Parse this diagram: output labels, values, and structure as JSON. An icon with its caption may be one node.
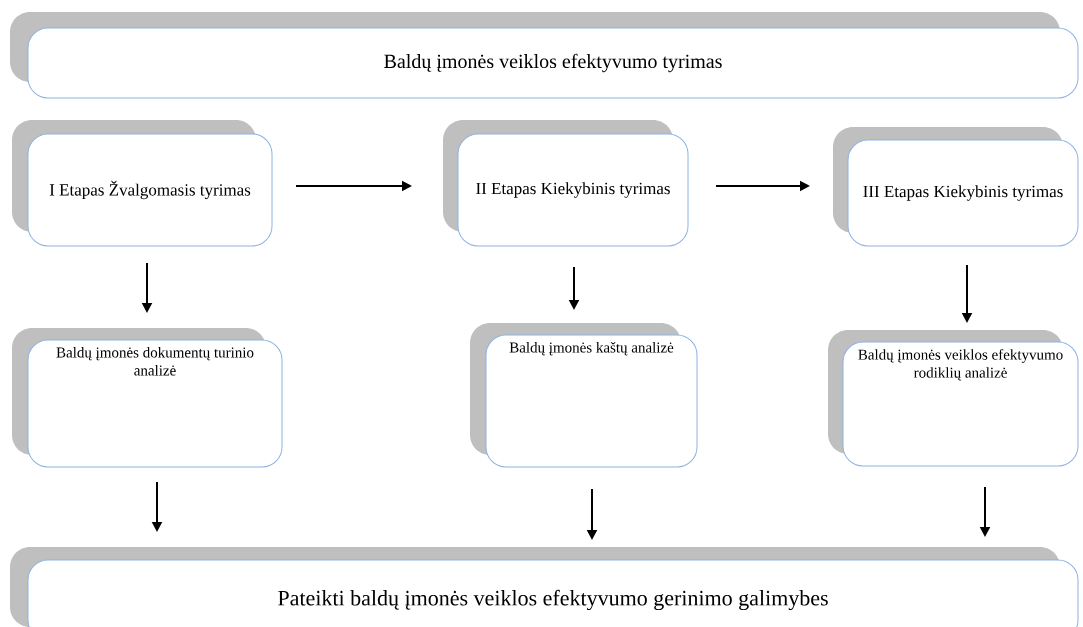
{
  "diagram": {
    "nodes": [
      {
        "text": [
          "Baldų įmonės veiklos efektyvumo tyrimas"
        ]
      },
      {
        "text": [
          "I Etapas Žvalgomasis tyrimas"
        ]
      },
      {
        "text": [
          "II Etapas Kiekybinis tyrimas"
        ]
      },
      {
        "text": [
          "III Etapas Kiekybinis tyrimas"
        ]
      },
      {
        "text": [
          "Baldų įmonės dokumentų turinio analizė"
        ]
      },
      {
        "text": [
          "Baldų įmonės kaštų analizė"
        ]
      },
      {
        "text": [
          "Baldų įmonės veiklos efektyvumo rodiklių analizė"
        ]
      },
      {
        "text": [
          "Pateikti baldų įmonės veiklos efektyvumo gerinimo galimybes"
        ]
      }
    ],
    "edges": [
      {
        "from": 1,
        "to": 2,
        "arrow": "to"
      },
      {
        "from": 2,
        "to": 3,
        "arrow": "to"
      },
      {
        "from": 1,
        "to": 4,
        "arrow": "to"
      },
      {
        "from": 2,
        "to": 5,
        "arrow": "to"
      },
      {
        "from": 3,
        "to": 6,
        "arrow": "to"
      },
      {
        "from": 4,
        "to": 7,
        "arrow": "to"
      },
      {
        "from": 5,
        "to": 7,
        "arrow": "to"
      },
      {
        "from": 6,
        "to": 7,
        "arrow": "to"
      }
    ]
  }
}
